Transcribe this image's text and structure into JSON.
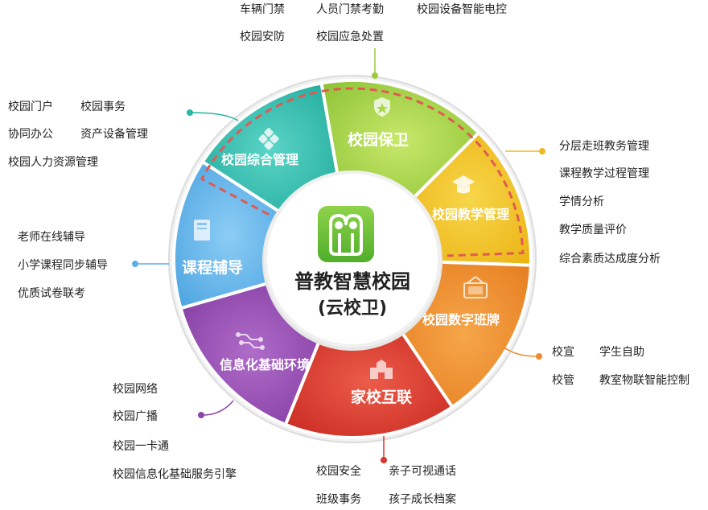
{
  "center": {
    "title": "普教智慧校园",
    "subtitle": "(云校卫)"
  },
  "segments": {
    "security": {
      "title": "校园保卫",
      "color": "#9ccc3c",
      "items": [
        "车辆门禁",
        "人员门禁考勤",
        "校园设备智能电控",
        "校园安防",
        "校园应急处置"
      ]
    },
    "teaching": {
      "title": "校园教学管理",
      "color": "#f0b91c",
      "items": [
        "分层走班教务管理",
        "课程教学过程管理",
        "学情分析",
        "教学质量评价",
        "综合素质达成度分析"
      ]
    },
    "signage": {
      "title": "校园数字班牌",
      "color": "#ee8a2a",
      "items": [
        "校宣",
        "学生自助",
        "校管",
        "教室物联智能控制"
      ]
    },
    "homeschool": {
      "title": "家校互联",
      "color": "#d8372b",
      "items": [
        "校园安全",
        "亲子可视通话",
        "班级事务",
        "孩子成长档案"
      ]
    },
    "infra": {
      "title": "信息化基础环境",
      "color": "#8e44ad",
      "items": [
        "校园网络",
        "校园广播",
        "校园一卡通",
        "校园信息化基础服务引擎"
      ]
    },
    "tutoring": {
      "title": "课程辅导",
      "color": "#5aaee6",
      "items": [
        "老师在线辅导",
        "小学课程同步辅导",
        "优质试卷联考"
      ]
    },
    "admin": {
      "title": "校园综合管理",
      "color": "#26b5a7",
      "items": [
        "校园门户",
        "校园事务",
        "协同办公",
        "资产设备管理",
        "校园人力资源管理"
      ]
    }
  }
}
